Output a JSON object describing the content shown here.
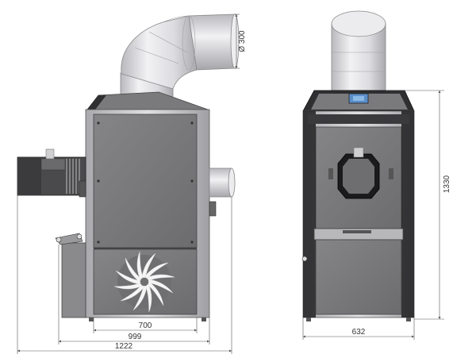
{
  "dimensions": {
    "duct_diameter": "Ø 300",
    "height": "1330",
    "front_width": "632",
    "cabinet_width": "700",
    "depth_without_burner": "999",
    "overall_depth": "1222"
  },
  "colors": {
    "panel": "#7f7f80",
    "panel_dark": "#5e5e60",
    "frame": "#c9c9cc",
    "duct": "#e4e4e8",
    "burner": "#4a4a4c",
    "top_cover": "#2f2f31",
    "display": "#5a8ec8",
    "line": "#555555"
  }
}
